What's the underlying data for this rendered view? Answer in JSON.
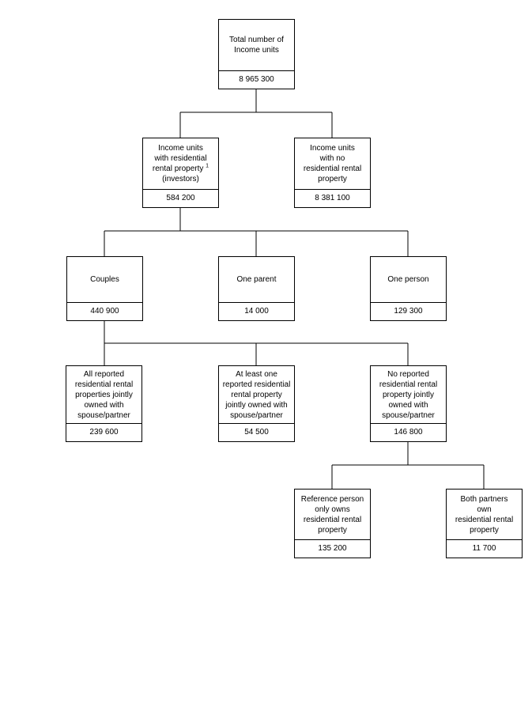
{
  "diagram": {
    "root": {
      "label": "Total number of\nIncome units",
      "value": "8 965 300"
    },
    "investors": {
      "label": "Income units\nwith residential\nrental property",
      "label_note": "1",
      "label_tail": "(investors)",
      "value": "584 200"
    },
    "non_investors": {
      "label": "Income units\nwith no\nresidential rental\nproperty",
      "value": "8 381 100"
    },
    "couples": {
      "label": "Couples",
      "value": "440 900"
    },
    "one_parent": {
      "label": "One parent",
      "value": "14 000"
    },
    "one_person": {
      "label": "One person",
      "value": "129 300"
    },
    "all_jointly": {
      "label": "All reported\nresidential rental\nproperties jointly\nowned with\nspouse/partner",
      "value": "239 600"
    },
    "at_least_one": {
      "label": "At least one\nreported residential\nrental property\njointly owned with\nspouse/partner",
      "value": "54 500"
    },
    "none_jointly": {
      "label": "No reported\nresidential rental\nproperty jointly\nowned with\nspouse/partner",
      "value": "146 800"
    },
    "reference_only": {
      "label": "Reference person\nonly owns\nresidential rental\nproperty",
      "value": "135 200"
    },
    "both_partners": {
      "label": "Both partners\nown\nresidential rental\nproperty",
      "value": "11 700"
    }
  }
}
